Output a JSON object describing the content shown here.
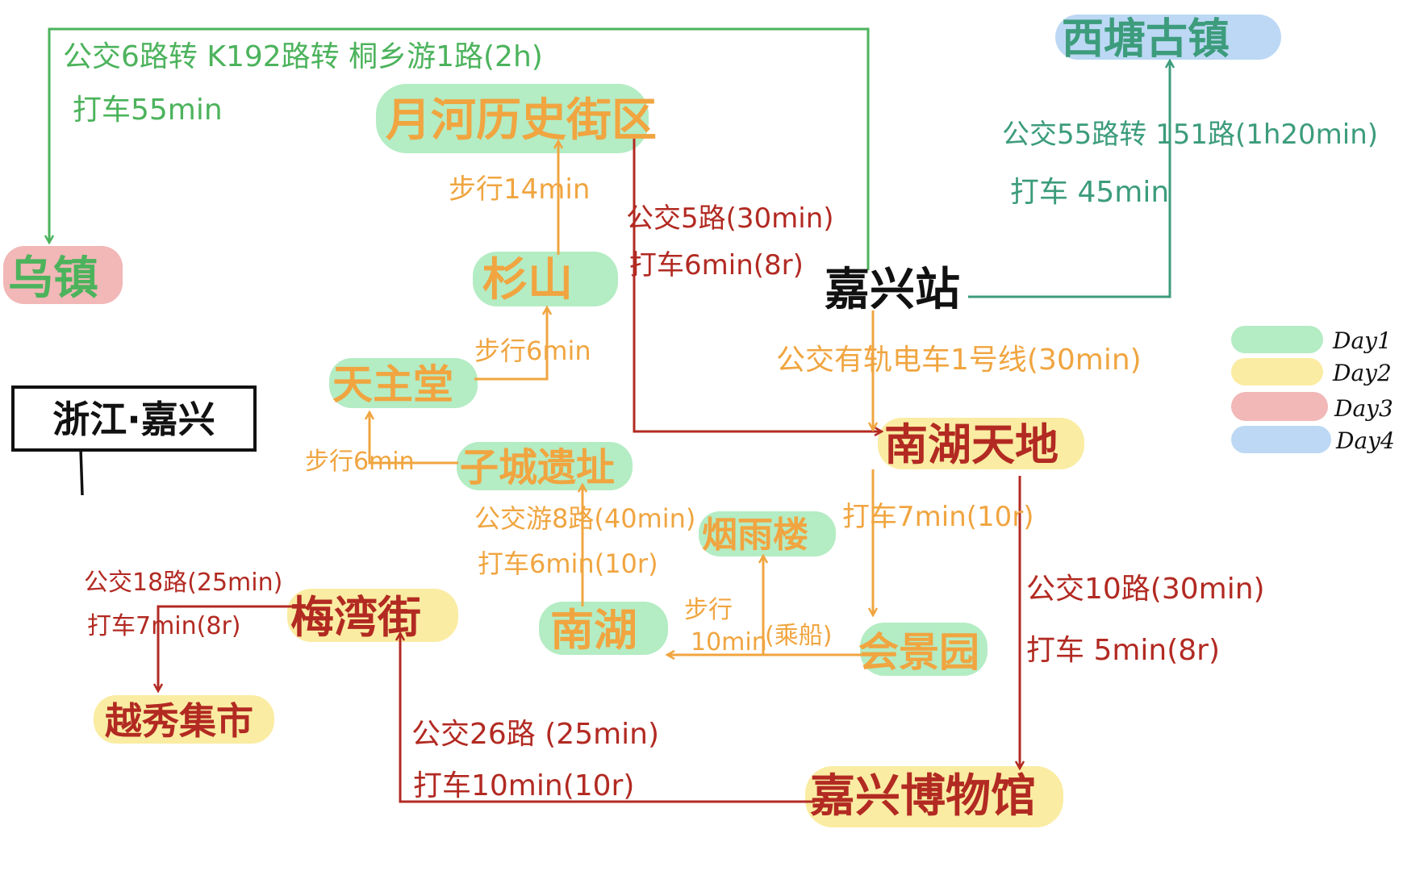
{
  "title": "浙江·嘉兴",
  "colors": {
    "day1": "#b4ecc4",
    "day2": "#faeca2",
    "day3": "#f2b7b7",
    "day4": "#bcd8f4",
    "route_green": "#4cb35c",
    "route_orange": "#f0a540",
    "route_red": "#b22a22",
    "route_teal": "#3c9c7c"
  },
  "legend": [
    {
      "label": "Day1",
      "color": "day1"
    },
    {
      "label": "Day2",
      "color": "day2"
    },
    {
      "label": "Day3",
      "color": "day3"
    },
    {
      "label": "Day4",
      "color": "day4"
    }
  ],
  "nodes": {
    "jiaxing_station": "嘉兴站",
    "xitang": "西塘古镇",
    "wuzhen": "乌镇",
    "yuehe": "月河历史街区",
    "shanshan": "杉山",
    "catholic": "天主堂",
    "zicheng": "子城遗址",
    "nanhu_tiandi": "南湖天地",
    "yanyu": "烟雨楼",
    "nanhu": "南湖",
    "huijingyuan": "会景园",
    "meiwan": "梅湾街",
    "yuexiu": "越秀集市",
    "museum": "嘉兴博物馆"
  },
  "routes": {
    "station_wuzhen_1": "公交6路转 K192路转 桐乡游1路(2h)",
    "station_wuzhen_2": "打车55min",
    "station_xitang_1": "公交55路转 151路(1h20min)",
    "station_xitang_2": "打车 45min",
    "yuehe_tiandi_1": "公交5路(30min)",
    "yuehe_tiandi_2": "打车6min(8r)",
    "station_tiandi": "公交有轨电车1号线(30min)",
    "tiandi_huijing": "打车7min(10r)",
    "tiandi_museum_1": "公交10路(30min)",
    "tiandi_museum_2": "打车 5min(8r)",
    "museum_meiwan_1": "公交26路 (25min)",
    "museum_meiwan_2": "打车10min(10r)",
    "meiwan_yuexiu_1": "公交18路(25min)",
    "meiwan_yuexiu_2": "打车7min(8r)",
    "shan_yuehe": "步行14min",
    "catholic_shan": "步行6min",
    "zicheng_catholic": "步行6min",
    "nanhu_zicheng_1": "公交游8路(40min)",
    "nanhu_zicheng_2": "打车6min(10r)",
    "boat": "(乘船)",
    "walk_nanhu_1": "步行",
    "walk_nanhu_2": "10min"
  }
}
